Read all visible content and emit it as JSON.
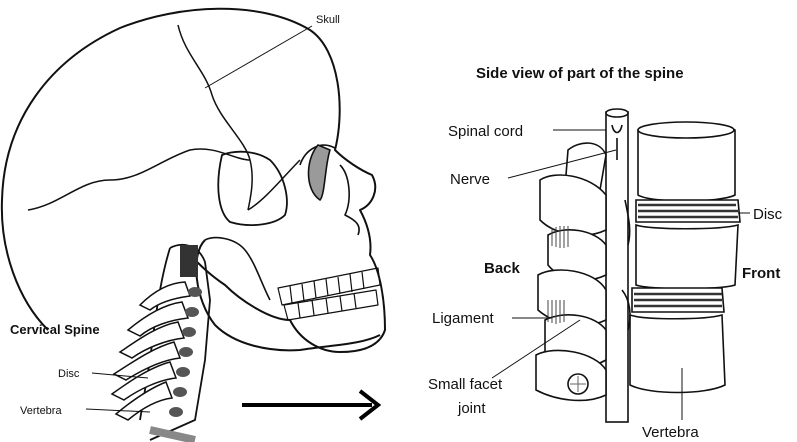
{
  "left_figure": {
    "skull_label": "Skull",
    "cervical_spine_label": "Cervical Spine",
    "disc_label": "Disc",
    "vertebra_label": "Vertebra"
  },
  "right_figure": {
    "title": "Side view of part of the spine",
    "spinal_cord_label": "Spinal cord",
    "nerve_label": "Nerve",
    "disc_label": "Disc",
    "back_label": "Back",
    "front_label": "Front",
    "ligament_label": "Ligament",
    "facet_label_line1": "Small facet",
    "facet_label_line2": "joint",
    "vertebra_label": "Vertebra"
  }
}
